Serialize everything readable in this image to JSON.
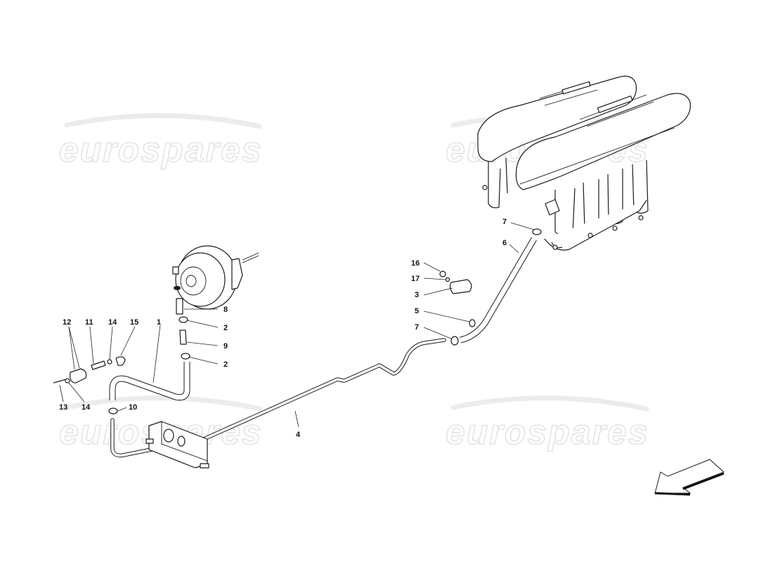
{
  "diagram": {
    "type": "exploded-parts-diagram",
    "subject": "brake servo vacuum line from intake manifold",
    "watermark": {
      "text": "eurospares",
      "instances": 4
    },
    "labels": [
      {
        "id": "l1",
        "text": "1",
        "part": "vacuum hose (servo side)"
      },
      {
        "id": "l2a",
        "text": "2",
        "part": "hose clamp (upper)"
      },
      {
        "id": "l2b",
        "text": "2",
        "part": "hose clamp (lower)"
      },
      {
        "id": "l3",
        "text": "3",
        "part": "pipe bracket clip"
      },
      {
        "id": "l4",
        "text": "4",
        "part": "rigid vacuum pipe"
      },
      {
        "id": "l5",
        "text": "5",
        "part": "hose clip"
      },
      {
        "id": "l6",
        "text": "6",
        "part": "vacuum hose (manifold side)"
      },
      {
        "id": "l7a",
        "text": "7",
        "part": "hose clamp (manifold)"
      },
      {
        "id": "l7b",
        "text": "7",
        "part": "hose clamp (pipe end)"
      },
      {
        "id": "l8",
        "text": "8",
        "part": "hose connector"
      },
      {
        "id": "l9",
        "text": "9",
        "part": "check valve"
      },
      {
        "id": "l10",
        "text": "10",
        "part": "hose clamp"
      },
      {
        "id": "l11",
        "text": "11",
        "part": "spacer"
      },
      {
        "id": "l12",
        "text": "12",
        "part": "double clip"
      },
      {
        "id": "l13",
        "text": "13",
        "part": "screw"
      },
      {
        "id": "l14a",
        "text": "14",
        "part": "washer (upper)"
      },
      {
        "id": "l14b",
        "text": "14",
        "part": "washer (lower)"
      },
      {
        "id": "l15",
        "text": "15",
        "part": "clip"
      },
      {
        "id": "l16",
        "text": "16",
        "part": "nut"
      },
      {
        "id": "l17",
        "text": "17",
        "part": "washer"
      }
    ],
    "components": {
      "brake_servo": "brake servo unit",
      "intake_manifold": "intake manifold plenums",
      "pipe_bracket": "mounting bracket block"
    },
    "orientation_arrow": "direction-arrow (front of vehicle, pointing lower-left)"
  },
  "labels_text": {
    "l1": "1",
    "l2a": "2",
    "l2b": "2",
    "l3": "3",
    "l4": "4",
    "l5": "5",
    "l6": "6",
    "l7a": "7",
    "l7b": "7",
    "l8": "8",
    "l9": "9",
    "l10": "10",
    "l11": "11",
    "l12": "12",
    "l13": "13",
    "l14a": "14",
    "l14b": "14",
    "l15": "15",
    "l16": "16",
    "l17": "17"
  },
  "watermark_text": "eurospares"
}
